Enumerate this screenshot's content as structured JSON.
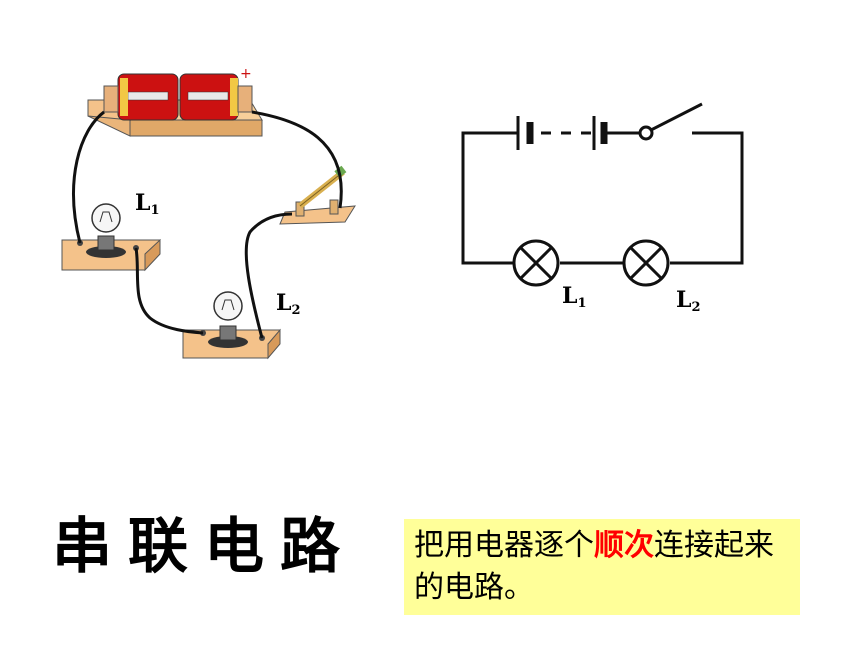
{
  "labels": {
    "pictorial_lamp1": {
      "letter": "L",
      "sub": "1"
    },
    "pictorial_lamp2": {
      "letter": "L",
      "sub": "2"
    },
    "schematic_lamp1": {
      "letter": "L",
      "sub": "1"
    },
    "schematic_lamp2": {
      "letter": "L",
      "sub": "2"
    },
    "battery_plus": "+"
  },
  "heading": "串联电路",
  "definition": {
    "before": "把用电器逐个",
    "highlight": "顺次",
    "after": "连接起来的电路。"
  },
  "colors": {
    "board": "#f4c28a",
    "battery_red": "#cc1111",
    "highlight_text": "#ff0000",
    "definition_bg": "#ffff99"
  }
}
